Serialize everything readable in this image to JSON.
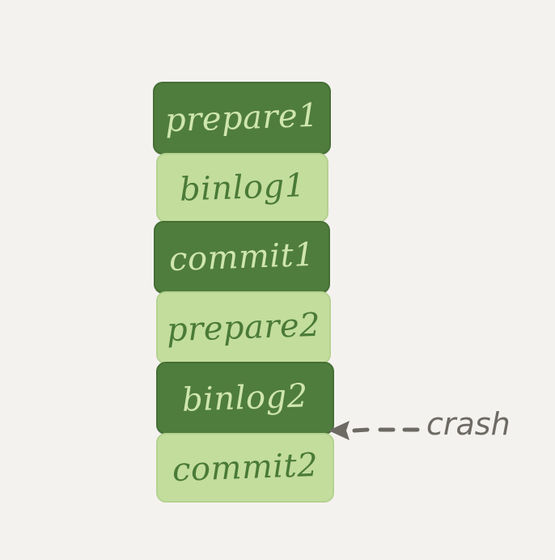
{
  "blocks": [
    {
      "label": "prepare1",
      "shade": "dark"
    },
    {
      "label": "binlog1",
      "shade": "light"
    },
    {
      "label": "commit1",
      "shade": "dark"
    },
    {
      "label": "prepare2",
      "shade": "light"
    },
    {
      "label": "binlog2",
      "shade": "dark"
    },
    {
      "label": "commit2",
      "shade": "light"
    }
  ],
  "annotation": {
    "label": "crash",
    "points_to": "binlog2"
  },
  "colors": {
    "background": "#f4f2ef",
    "dark_block": "#4f7d3d",
    "dark_text": "#cfe6ae",
    "light_block": "#c3dd9d",
    "light_text": "#4a7a37",
    "annotation": "#6d6a64"
  }
}
